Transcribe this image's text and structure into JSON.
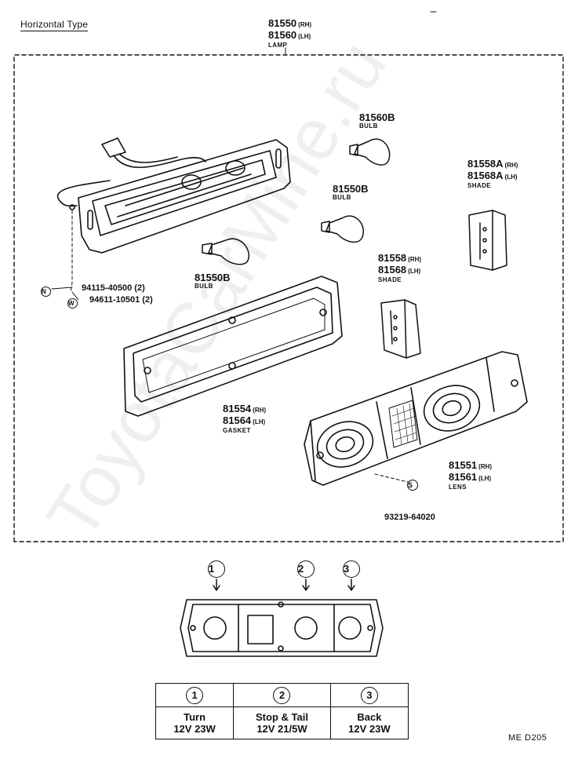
{
  "header": {
    "title": "Horizontal Type"
  },
  "lamp": {
    "num_rh": "81550",
    "tag_rh": "(RH)",
    "num_lh": "81560",
    "tag_lh": "(LH)",
    "name": "LAMP"
  },
  "parts": {
    "bulb_top": {
      "num": "81560B",
      "name": "BULB"
    },
    "bulb_mid": {
      "num": "81550B",
      "name": "BULB"
    },
    "bulb_left": {
      "num": "81550B",
      "name": "BULB"
    },
    "shade_a": {
      "num_rh": "81558A",
      "tag_rh": "(RH)",
      "num_lh": "81568A",
      "tag_lh": "(LH)",
      "name": "SHADE"
    },
    "shade": {
      "num_rh": "81558",
      "tag_rh": "(RH)",
      "num_lh": "81568",
      "tag_lh": "(LH)",
      "name": "SHADE"
    },
    "gasket": {
      "num_rh": "81554",
      "tag_rh": "(RH)",
      "num_lh": "81564",
      "tag_lh": "(LH)",
      "name": "GASKET"
    },
    "lens": {
      "num_rh": "81551",
      "tag_rh": "(RH)",
      "num_lh": "81561",
      "tag_lh": "(LH)",
      "name": "LENS"
    },
    "screw": {
      "marker": "S",
      "num": "93219-64020"
    },
    "nut": {
      "marker": "N",
      "num": "94115-40500 (2)"
    },
    "washer": {
      "marker": "W",
      "num": "94611-10501 (2)"
    }
  },
  "positions": {
    "p1": "1",
    "p2": "2",
    "p3": "3"
  },
  "bulb_table": {
    "headers": [
      "1",
      "2",
      "3"
    ],
    "rows": [
      {
        "name": "Turn",
        "spec": "12V 23W"
      },
      {
        "name": "Stop & Tail",
        "spec": "12V 21/5W"
      },
      {
        "name": "Back",
        "spec": "12V 23W"
      }
    ]
  },
  "footer": {
    "code": "ME D205"
  },
  "watermark": "ToyotaCarMine.ru"
}
